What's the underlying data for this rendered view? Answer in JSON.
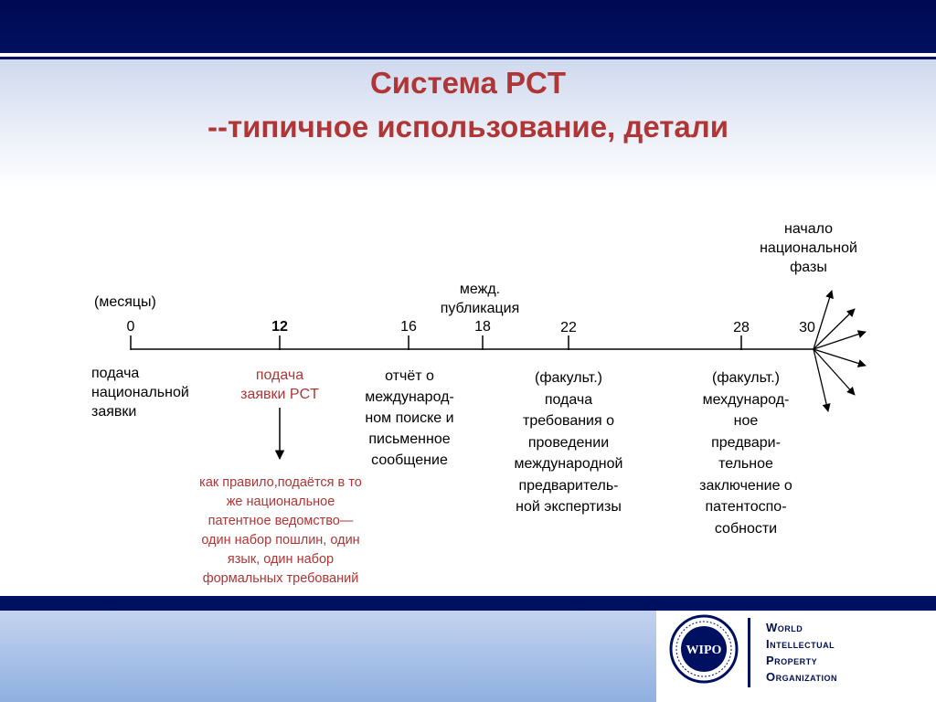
{
  "title": {
    "line1": "Система PCT",
    "line2": "--типичное использование, детали"
  },
  "timeline": {
    "unit_label": "(месяцы)",
    "ticks": [
      {
        "month": "0",
        "highlight": false
      },
      {
        "month": "12",
        "highlight": true
      },
      {
        "month": "16",
        "highlight": false
      },
      {
        "month": "18",
        "highlight": false
      },
      {
        "month": "22",
        "highlight": false
      },
      {
        "month": "28",
        "highlight": false
      },
      {
        "month": "30",
        "highlight": false
      }
    ],
    "above": {
      "publication": [
        "межд.",
        "публикация"
      ],
      "national_phase": [
        "начало",
        "национальной",
        "фазы"
      ]
    },
    "below": {
      "m0": [
        "подача",
        "национальной",
        "заявки"
      ],
      "m12": [
        "подача",
        "заявки PCT"
      ],
      "m16": [
        "отчёт о",
        "международ-",
        "ном поиске и",
        "письменное",
        "сообщение"
      ],
      "m22": [
        "(факульт.)",
        "подача",
        "требования о",
        "проведении",
        "международной",
        "предваритель-",
        "ной экспертизы"
      ],
      "m28": [
        "(факульт.)",
        "мехдународ-",
        "ное",
        "предвари-",
        "тельное",
        "заключение о",
        "патентоспо-",
        "собности"
      ]
    },
    "note": [
      "как правило,подаётся в то",
      "же национальное",
      "патентное ведомство—",
      "один набор пошлин, один",
      "язык, один набор",
      "формальных требований"
    ]
  },
  "colors": {
    "accent": "#b03535",
    "navy": "#001060"
  },
  "footer": {
    "logo_text": "WIPO",
    "org_name": [
      "World",
      "Intellectual",
      "Property",
      "Organization"
    ]
  }
}
